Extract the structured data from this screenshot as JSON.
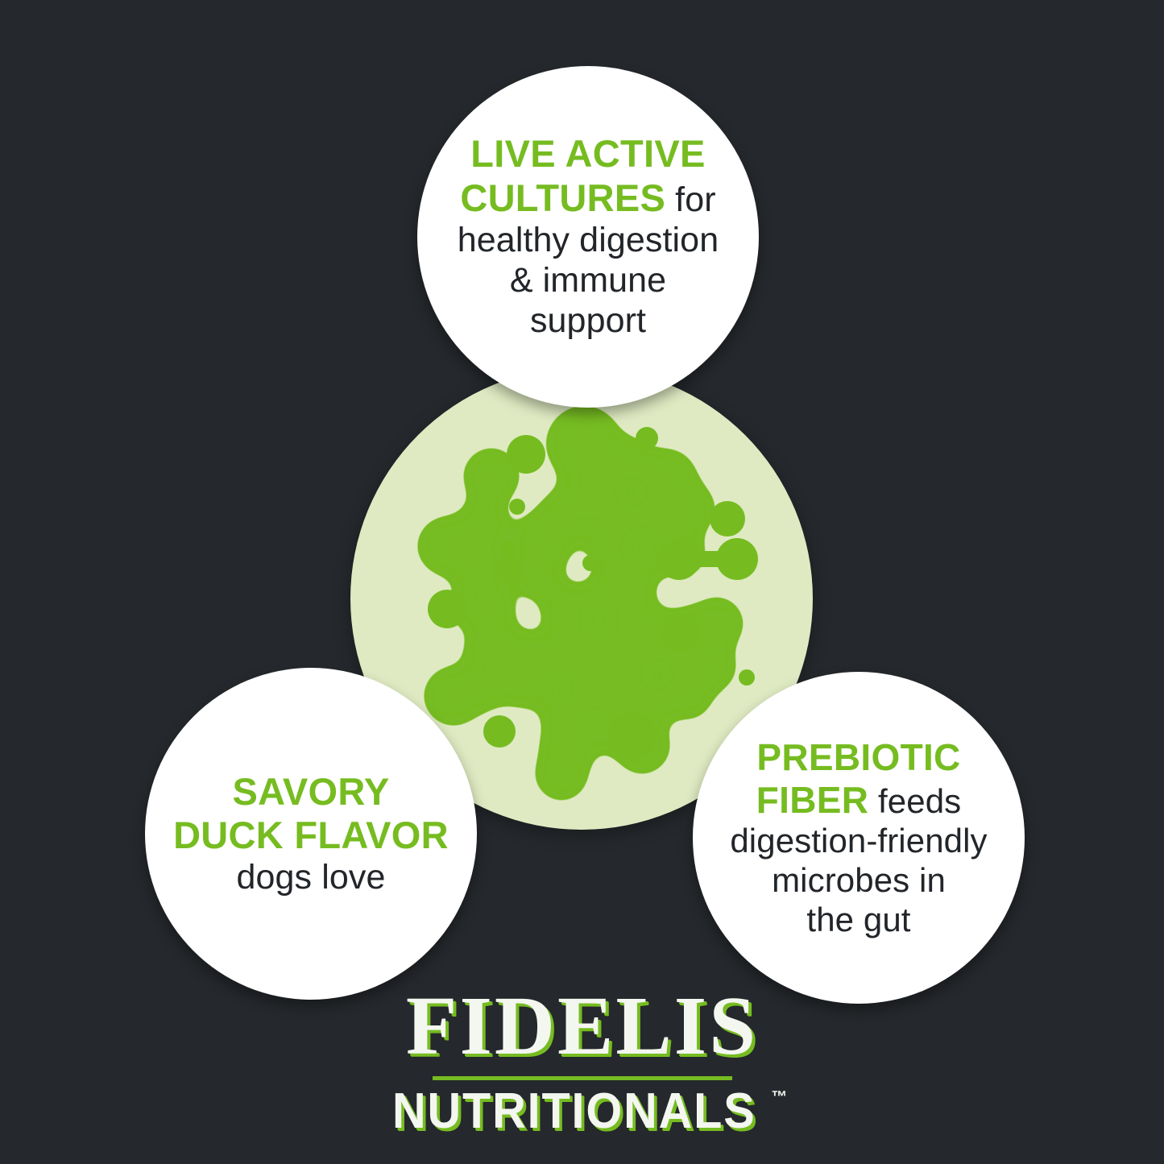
{
  "theme": {
    "background_color": "#25282C",
    "accent_green": "#76BC21",
    "pale_green": "#DFEAC2",
    "bubble_color": "#FFFFFF",
    "body_text_color": "#222529"
  },
  "graphic": {
    "name": "microbiome-blob-circle",
    "description": "pale green circle filled with organic bright-green metaball blobs"
  },
  "bubbles": [
    {
      "id": "live-active-cultures",
      "position": "top",
      "highlight_lines": [
        "LIVE ACTIVE",
        "CULTURES"
      ],
      "highlight_text": "LIVE ACTIVE CULTURES",
      "trailing_word": " for",
      "body_lines": [
        "healthy digestion",
        "& immune",
        "support"
      ],
      "body_text": "for healthy digestion & immune support"
    },
    {
      "id": "savory-duck-flavor",
      "position": "bottom-left",
      "highlight_lines": [
        "SAVORY",
        "DUCK FLAVOR"
      ],
      "highlight_text": "SAVORY DUCK FLAVOR",
      "trailing_word": "",
      "body_lines": [
        "dogs love"
      ],
      "body_text": "dogs love"
    },
    {
      "id": "prebiotic-fiber",
      "position": "bottom-right",
      "highlight_lines": [
        "PREBIOTIC",
        "FIBER"
      ],
      "highlight_text": "PREBIOTIC FIBER",
      "trailing_word": " feeds",
      "body_lines": [
        "digestion-friendly",
        "microbes in",
        "the gut"
      ],
      "body_text": "feeds digestion-friendly microbes in the gut"
    }
  ],
  "logo": {
    "brand": "FIDELIS",
    "sub_brand": "NUTRITIONALS",
    "trademark": "™"
  }
}
